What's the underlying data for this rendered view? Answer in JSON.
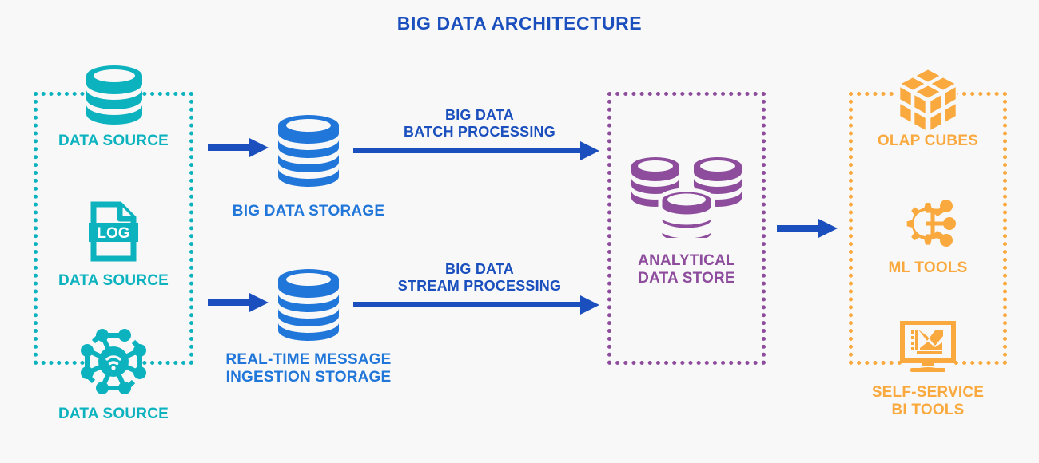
{
  "page": {
    "title": "BIG DATA ARCHITECTURE",
    "background": "#f8f8f8"
  },
  "colors": {
    "title_blue": "#1a4fbd",
    "teal": "#0cb3bf",
    "blue": "#2176d9",
    "arrow_blue": "#1a4fbd",
    "purple": "#8d4c9c",
    "orange": "#f9a93e"
  },
  "sources_group": {
    "border_color": "#0cb3bf",
    "items": [
      {
        "icon": "database-cylinder-icon",
        "label": "DATA SOURCE"
      },
      {
        "icon": "log-file-icon",
        "label": "DATA SOURCE",
        "icon_text": "LOG"
      },
      {
        "icon": "iot-network-wifi-icon",
        "label": "DATA SOURCE"
      }
    ]
  },
  "storage": {
    "batch": {
      "icon": "database-cylinder-icon",
      "label": "BIG DATA STORAGE"
    },
    "stream": {
      "icon": "database-cylinder-icon",
      "label": "REAL-TIME MESSAGE\nINGESTION STORAGE"
    }
  },
  "flows": {
    "source_to_batch": {
      "icon": "arrow-right-icon",
      "label": ""
    },
    "source_to_stream": {
      "icon": "arrow-right-icon",
      "label": ""
    },
    "batch_processing": {
      "icon": "arrow-right-icon",
      "label": "BIG DATA\nBATCH PROCESSING"
    },
    "stream_processing": {
      "icon": "arrow-right-icon",
      "label": "BIG DATA\nSTREAM PROCESSING"
    },
    "store_to_tools": {
      "icon": "arrow-right-icon",
      "label": ""
    }
  },
  "analytical_group": {
    "border_color": "#8d4c9c",
    "icon": "database-cluster-icon",
    "label": "ANALYTICAL\nDATA STORE"
  },
  "tools_group": {
    "border_color": "#f9a93e",
    "items": [
      {
        "icon": "olap-cube-icon",
        "label": "OLAP CUBES"
      },
      {
        "icon": "ml-gear-circuit-icon",
        "label": "ML TOOLS"
      },
      {
        "icon": "bi-monitor-chart-icon",
        "label": "SELF-SERVICE\nBI TOOLS"
      }
    ]
  }
}
